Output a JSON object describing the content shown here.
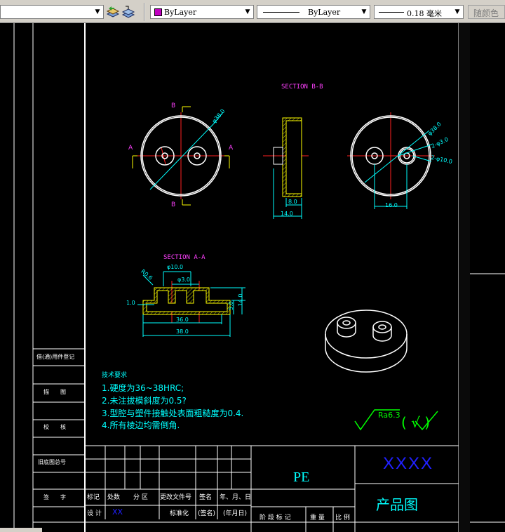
{
  "toolbar": {
    "color_label": "ByLayer",
    "color_swatch": "#c000c0",
    "linetype_label": "ByLayer",
    "lineweight_label": "0.18 毫米",
    "plotstyle_label": "随颜色"
  },
  "drawing": {
    "title_top": "SECTION B-B",
    "title_section_aa": "SECTION A-A",
    "label_B": "B",
    "label_A": "A",
    "dim_phi38_top": "φ38.0",
    "dim_phi38_right": "φ38.0",
    "dim_2phi3": "2-φ3.0",
    "dim_2phi10": "2-φ10.0",
    "dim_16": "16.0",
    "dim_14_side": "14.0",
    "dim_8": "8.0",
    "dim_phi10_aa": "φ10.0",
    "dim_phi3_aa": "φ3.0",
    "dim_r06": "R0.6",
    "dim_1": "1.0",
    "dim_5": "5.0",
    "dim_14_aa": "14.0",
    "dim_36": "36.0",
    "dim_38": "38.0",
    "notes_heading": "技术要求",
    "notes": [
      "1.硬度为36~38HRC;",
      "2.未注拔模斜度为0.5?",
      "3.型腔与塑件接触处表面粗糙度为0.4.",
      "4.所有棱边均需倒角."
    ],
    "roughness": "Ra6.3",
    "roughness_paren": "(  √  )"
  },
  "left_strip": {
    "rows": [
      "借(通)用件登记",
      "描　　图",
      "校　　核",
      "旧底图总号",
      "签　　字"
    ]
  },
  "title_block": {
    "material": "PE",
    "part_name": "XXXX",
    "drawing_title": "产品图",
    "headers_row1": [
      "标记",
      "处数",
      "分 区",
      "更改文件号",
      "签名",
      "年、月、日"
    ],
    "design_label": "设 计",
    "designer": "XX",
    "standard_label": "标准化",
    "sign_label": "(签名)",
    "date_label": "(年月日)",
    "bottom_headers": [
      "阶 段 标 记",
      "重 量",
      "比 例"
    ]
  }
}
